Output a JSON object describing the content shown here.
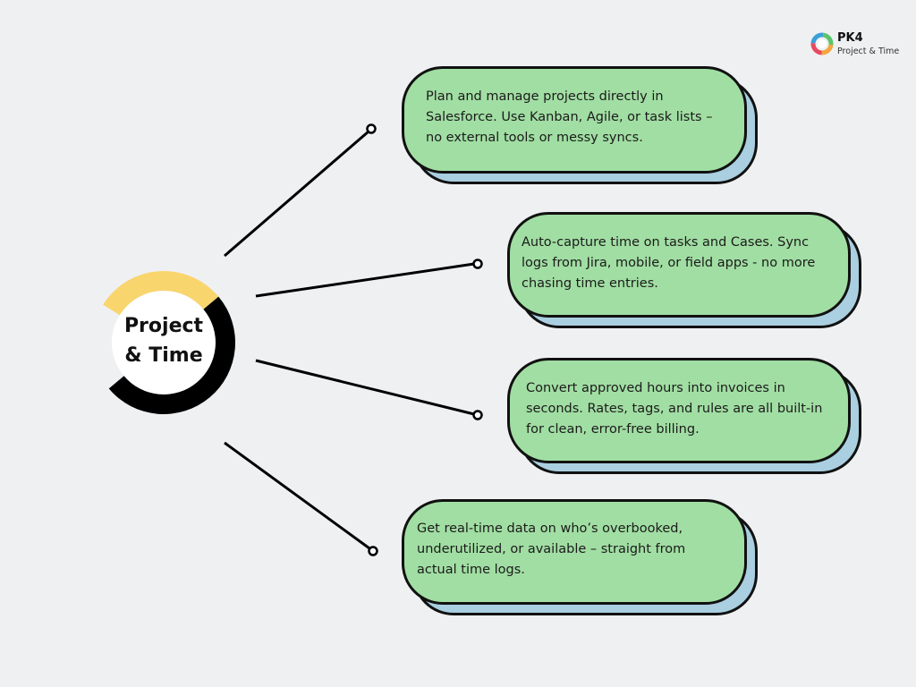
{
  "logo": {
    "icon": "pk4-logo-icon",
    "title": "PK4",
    "subtitle": "Project & Time"
  },
  "center": {
    "line1": "Project",
    "line2": "& Time",
    "ring_colors": {
      "accent": "#f9d56e",
      "main": "#000000",
      "inner": "#ffffff"
    }
  },
  "cards": [
    {
      "text": "Plan and manage projects directly in Salesforce. Use Kanban, Agile, or task lists – no external tools or messy syncs."
    },
    {
      "text": "Auto-capture time on tasks and Cases. Sync logs from Jira, mobile, or field apps - no more chasing time entries."
    },
    {
      "text": "Convert approved hours into invoices in seconds. Rates, tags, and rules are all built-in for clean, error-free billing."
    },
    {
      "text": "Get real-time data on who’s overbooked, underutilized, or available – straight from actual time logs."
    }
  ],
  "colors": {
    "background": "#eff0f2",
    "card_fill": "#a1dea3",
    "card_shadow": "#a9cfe0",
    "outline": "#111111"
  }
}
